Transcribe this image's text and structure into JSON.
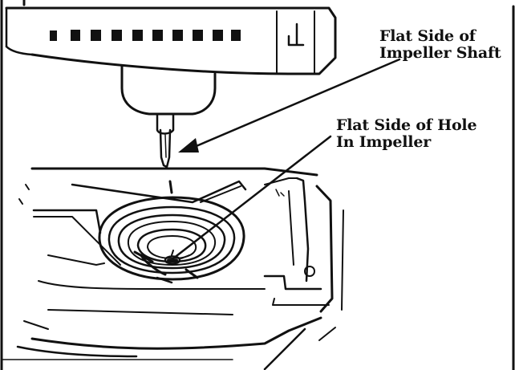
{
  "callouts": {
    "shaft": {
      "line1": "Flat Side of",
      "line2": "Impeller Shaft"
    },
    "hole": {
      "line1": "Flat Side of Hole",
      "line2": "In Impeller"
    }
  },
  "colors": {
    "ink": "#111111",
    "paper": "#ffffff"
  }
}
